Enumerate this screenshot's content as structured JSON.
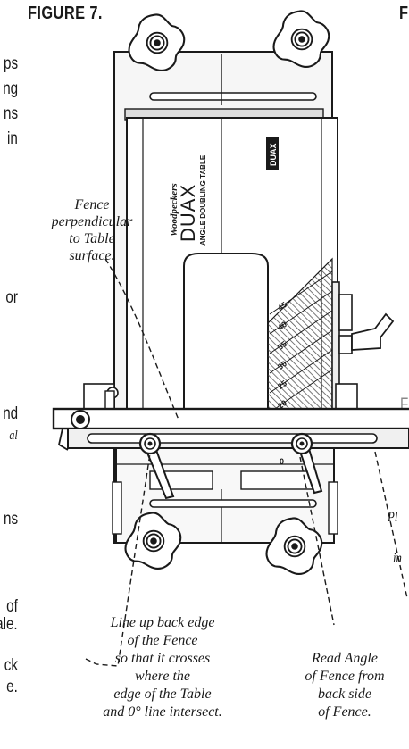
{
  "figure": {
    "title": "FIGURE 7.",
    "title_right_fragment": "F"
  },
  "left_margin_text": [
    {
      "id": "frag-ps",
      "text": "ps"
    },
    {
      "id": "frag-ng",
      "text": "ng"
    },
    {
      "id": "frag-ns",
      "text": "ns"
    },
    {
      "id": "frag-in",
      "text": "in"
    },
    {
      "id": "frag-or",
      "text": "or"
    },
    {
      "id": "frag-nd",
      "text": "nd"
    },
    {
      "id": "frag-al",
      "text": "al"
    },
    {
      "id": "frag-ns2",
      "text": "ns"
    },
    {
      "id": "frag-of",
      "text": "of"
    },
    {
      "id": "frag-ale",
      "text": "ale."
    },
    {
      "id": "frag-ck",
      "text": "ck"
    },
    {
      "id": "frag-e",
      "text": "e."
    }
  ],
  "right_margin_text": [
    {
      "id": "frag-pl",
      "text": "Pl"
    },
    {
      "id": "frag-in2",
      "text": "in"
    },
    {
      "id": "frag-f",
      "text": "F"
    }
  ],
  "product": {
    "brand": "Woodpeckers",
    "name": "DUAX",
    "subtitle": "ANGLE DOUBLING TABLE",
    "side_badge": "DUAX"
  },
  "scale_labels": [
    "45",
    "40",
    "35",
    "30",
    "25",
    "20"
  ],
  "zero_mark": "0",
  "callouts": {
    "fence_perpendicular": [
      "Fence",
      "perpendicular",
      "to Table",
      "surface."
    ],
    "line_up": [
      "Line up back edge",
      "of the Fence",
      "so that it crosses",
      "where the",
      "edge of the Table",
      "and 0° line intersect."
    ],
    "read_angle": [
      "Read Angle",
      "of Fence from",
      "back side",
      "of Fence."
    ]
  },
  "colors": {
    "ink": "#1a1a1a",
    "panel": "#f4f4f4",
    "shade": "#9a9a9a"
  }
}
